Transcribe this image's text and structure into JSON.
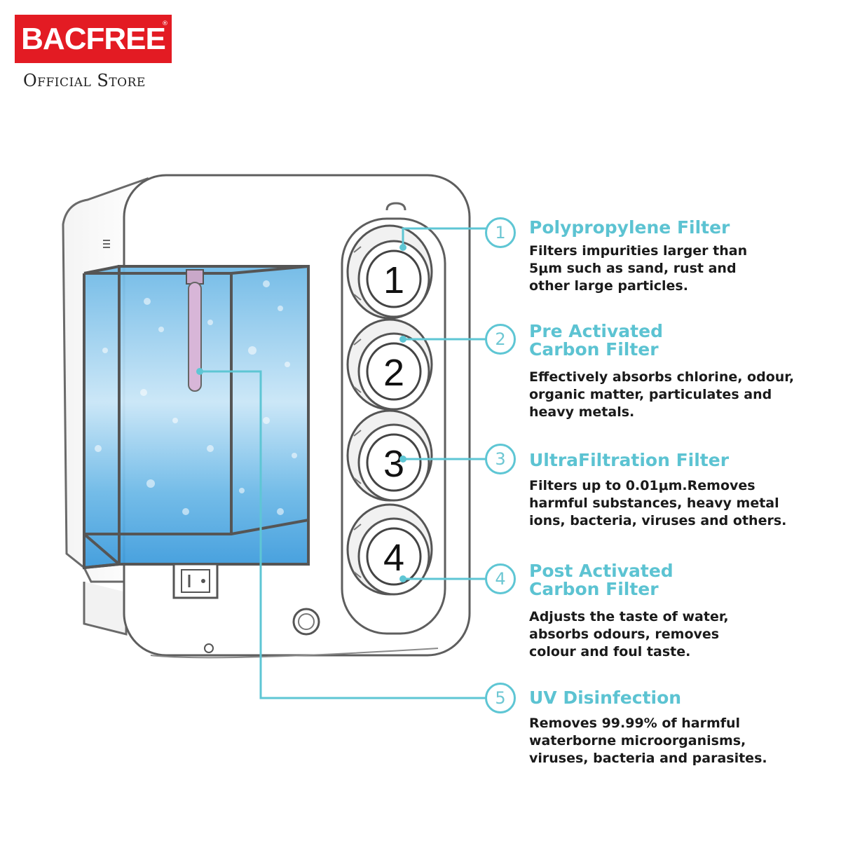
{
  "brand": {
    "name": "BACFREE",
    "registered": "®",
    "tagline": "Official Store"
  },
  "colors": {
    "brand_red": "#e31b23",
    "accent": "#5ec6d4",
    "water": "#4aa6dd",
    "uv_lamp": "#d8b6d8"
  },
  "filters": [
    {
      "number": "1",
      "title": "Polypropylene Filter",
      "description": "Filters impurities larger than 5μm such as sand, rust and other large particles."
    },
    {
      "number": "2",
      "title": "Pre Activated Carbon Filter",
      "description": "Effectively absorbs chlorine, odour, organic matter, particulates and heavy metals."
    },
    {
      "number": "3",
      "title": "UltraFiltration Filter",
      "description": "Filters up to 0.01μm.Removes harmful substances, heavy metal ions, bacteria, viruses and others."
    },
    {
      "number": "4",
      "title": "Post Activated Carbon Filter",
      "description": "Adjusts the taste of water, absorbs odours, removes colour and foul taste."
    },
    {
      "number": "5",
      "title": "UV Disinfection",
      "description": "Removes 99.99% of harmful waterborne microorganisms, viruses, bacteria and parasites."
    }
  ],
  "cartridge_labels": [
    "1",
    "2",
    "3",
    "4"
  ]
}
